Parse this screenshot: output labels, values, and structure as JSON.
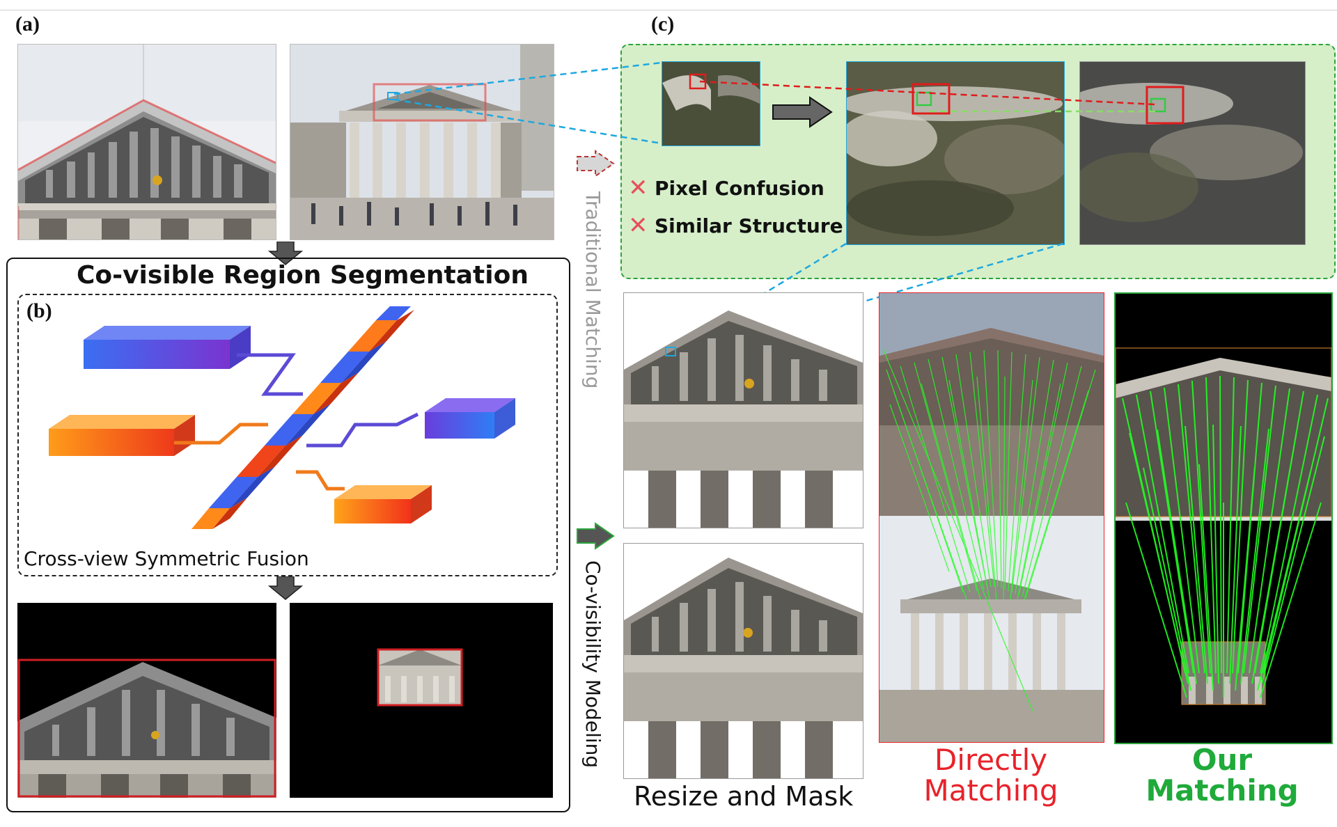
{
  "labels": {
    "a": "(a)",
    "b": "(b)",
    "c": "(c)"
  },
  "segmentation_title": "Co-visible Region Segmentation",
  "fusion_caption": "Cross-view Symmetric Fusion",
  "traditional_label": "Traditional Matching",
  "covis_label": "Co-visibility Modeling",
  "issues": [
    {
      "icon": "cross-icon",
      "text": "Pixel Confusion"
    },
    {
      "icon": "cross-icon",
      "text": "Similar Structure"
    }
  ],
  "resize_caption": "Resize and Mask",
  "direct_caption": {
    "line1": "Directly",
    "line2": "Matching",
    "color": "#e8222a"
  },
  "ours_caption": {
    "line1": "Our",
    "line2": "Matching",
    "color": "#1faa3a"
  },
  "colors": {
    "red_box": "#d01f23",
    "green_box": "#2aa43a",
    "cyan_line": "#1ea8e0",
    "green_panel": "#d6efc9",
    "match_green": "#22ff22"
  }
}
